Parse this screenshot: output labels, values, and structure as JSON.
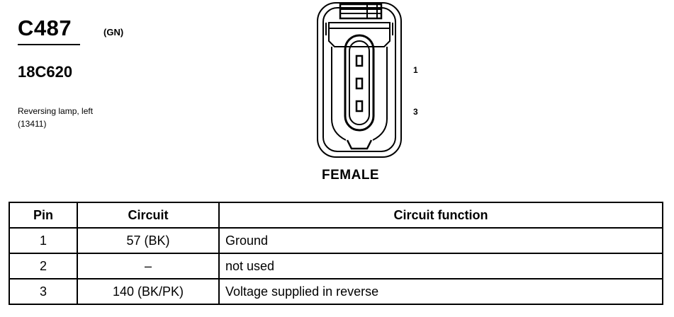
{
  "connector": {
    "id": "C487",
    "color": "(GN)",
    "part_number": "18C620",
    "description": "Reversing lamp, left",
    "reference": "(13411)",
    "gender": "FEMALE",
    "pin_labels": [
      "1",
      "3"
    ]
  },
  "table": {
    "headers": [
      "Pin",
      "Circuit",
      "Circuit function"
    ],
    "rows": [
      {
        "pin": "1",
        "circuit": "57 (BK)",
        "function": "Ground"
      },
      {
        "pin": "2",
        "circuit": "–",
        "function": "not used"
      },
      {
        "pin": "3",
        "circuit": "140 (BK/PK)",
        "function": "Voltage supplied in reverse"
      }
    ]
  }
}
